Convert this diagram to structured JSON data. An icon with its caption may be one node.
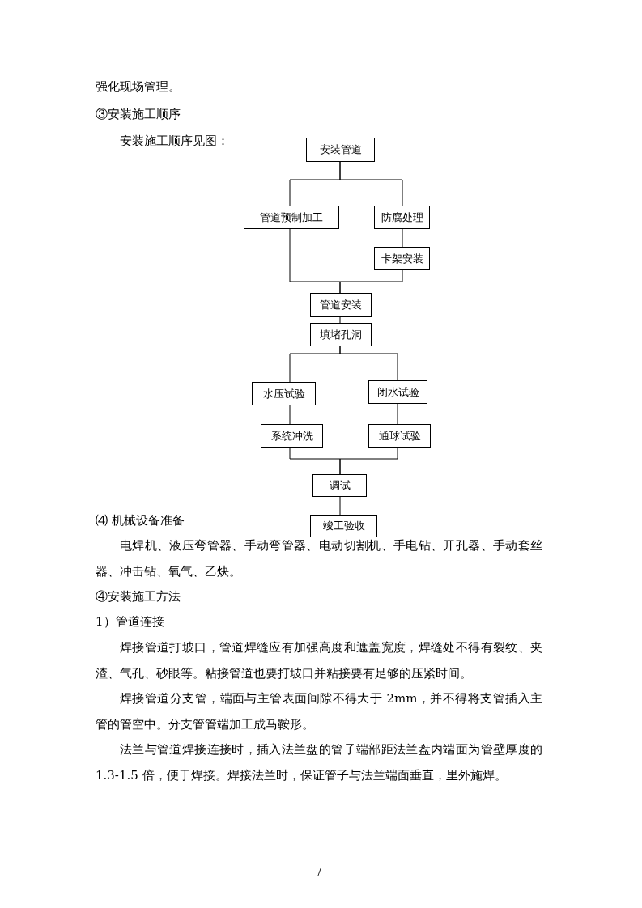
{
  "diagram": {
    "nodes": [
      {
        "text": [
          "安装管道"
        ]
      },
      {
        "text": [
          "管道预制加工"
        ]
      },
      {
        "text": [
          "防腐处理"
        ]
      },
      {
        "text": [
          "卡架安装"
        ]
      },
      {
        "text": [
          "管道安装"
        ]
      },
      {
        "text": [
          "填堵孔洞"
        ]
      },
      {
        "text": [
          "水压试验"
        ]
      },
      {
        "text": [
          "闭水试验"
        ]
      },
      {
        "text": [
          "系统冲洗"
        ]
      },
      {
        "text": [
          "通球试验"
        ]
      },
      {
        "text": [
          "调试"
        ]
      },
      {
        "text": [
          "竣工验收"
        ]
      }
    ],
    "edges": [
      {
        "from": 0,
        "to": 1,
        "arrow": "none"
      },
      {
        "from": 0,
        "to": 2,
        "arrow": "none"
      },
      {
        "from": 2,
        "to": 3,
        "arrow": "none"
      },
      {
        "from": 1,
        "to": 4,
        "arrow": "none"
      },
      {
        "from": 3,
        "to": 4,
        "arrow": "none"
      },
      {
        "from": 4,
        "to": 5,
        "arrow": "none"
      },
      {
        "from": 5,
        "to": 6,
        "arrow": "none"
      },
      {
        "from": 5,
        "to": 7,
        "arrow": "none"
      },
      {
        "from": 6,
        "to": 8,
        "arrow": "none"
      },
      {
        "from": 7,
        "to": 9,
        "arrow": "none"
      },
      {
        "from": 8,
        "to": 10,
        "arrow": "none"
      },
      {
        "from": 9,
        "to": 10,
        "arrow": "none"
      },
      {
        "from": 10,
        "to": 11,
        "arrow": "none"
      }
    ],
    "labels": [
      "强化现场管理。",
      "③安装施工顺序",
      "安装施工顺序见图：",
      "⑷ 机械设备准备",
      "电焊机、液压弯管器、手动弯管器、电动切割机、手电钻、开孔器、手动套丝器、冲击钻、氧气、乙炔。",
      "④安装施工方法",
      "1）管道连接",
      "焊接管道打坡口，管道焊缝应有加强高度和遮盖宽度，焊缝处不得有裂纹、夹渣、气孔、砂眼等。粘接管道也要打坡口并粘接要有足够的压紧时间。",
      "焊接管道分支管，端面与主管表面间隙不得大于 2mm，并不得将支管插入主管的管空中。分支管管端加工成马鞍形。",
      "法兰与管道焊接连接时，插入法兰盘的管子端部距法兰盘内端面为管壁厚度的 1.3-1.5 倍，便于焊接。焊接法兰时，保证管子与法兰端面垂直，里外施焊。",
      "7"
    ]
  }
}
